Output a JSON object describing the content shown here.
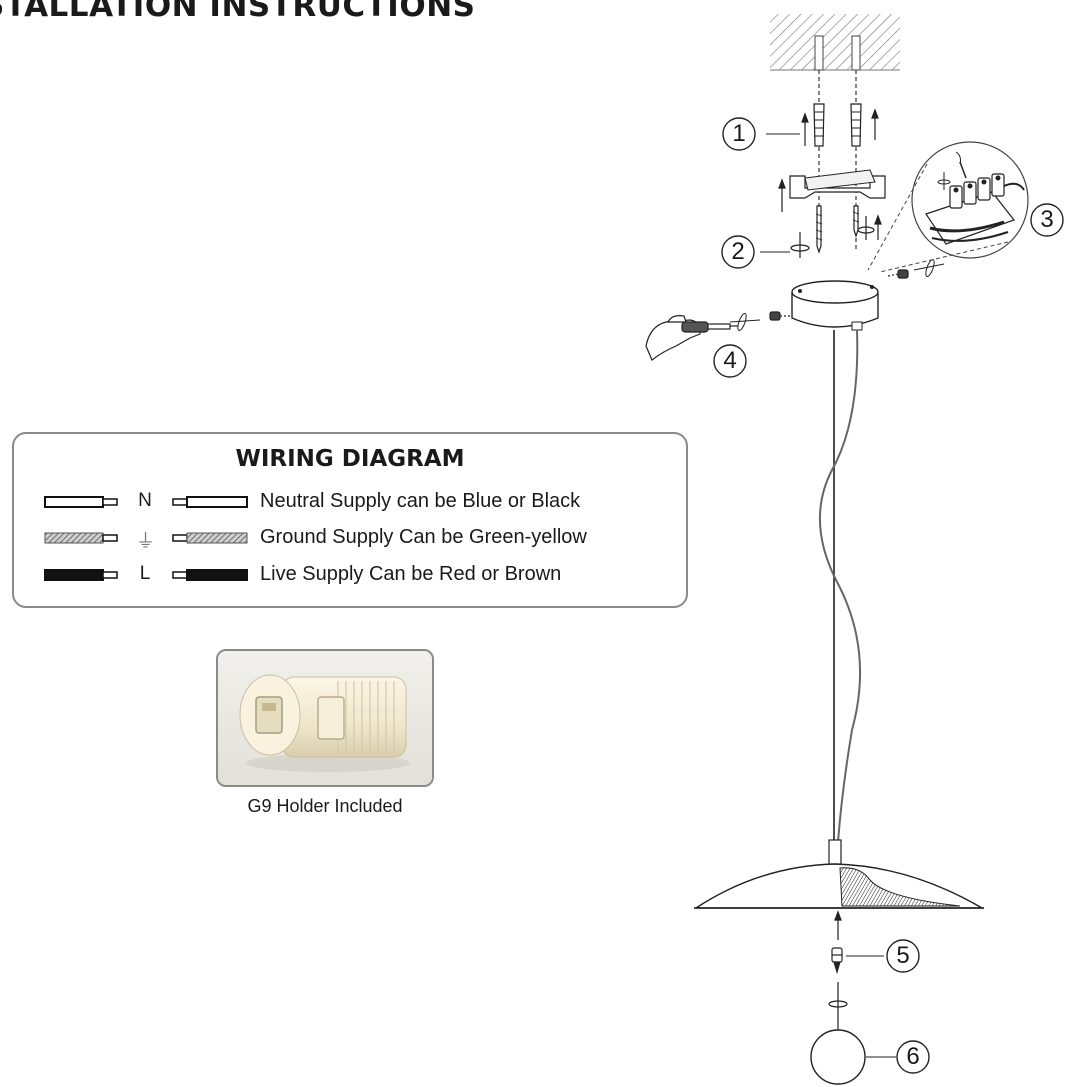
{
  "page": {
    "title": "STALLATION INSTRUCTIONS"
  },
  "wiring_diagram": {
    "title": "WIRING DIAGRAM",
    "rows": [
      {
        "letter": "N",
        "text": "Neutral Supply can be Blue or Black",
        "style": "neutral"
      },
      {
        "letter": "⏚",
        "text": "Ground Supply Can be Green-yellow",
        "style": "ground"
      },
      {
        "letter": "L",
        "text": "Live Supply Can be Red or Brown",
        "style": "live"
      }
    ]
  },
  "holder": {
    "caption": "G9 Holder Included"
  },
  "steps": [
    "1",
    "2",
    "3",
    "4",
    "5",
    "6"
  ]
}
